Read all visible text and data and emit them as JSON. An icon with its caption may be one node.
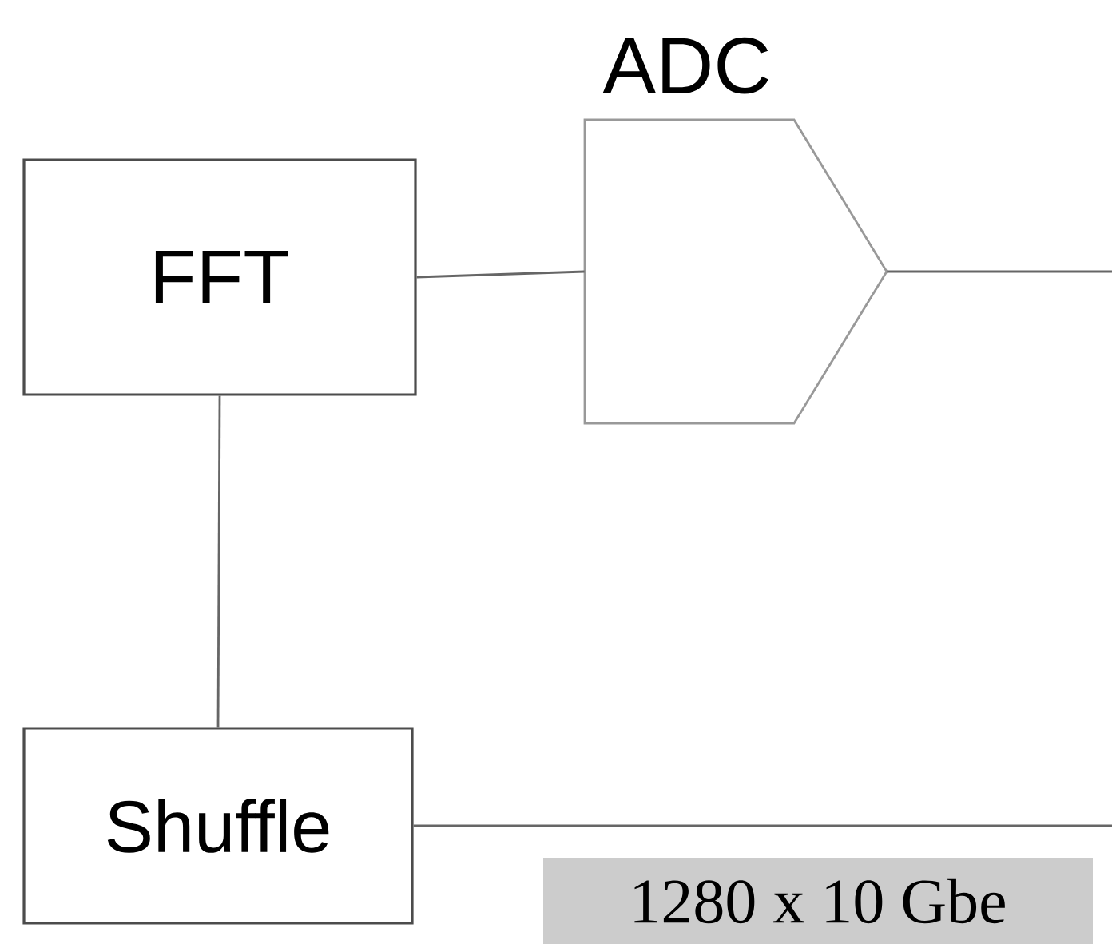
{
  "diagram": {
    "nodes": [
      {
        "text": [
          "FFT"
        ]
      },
      {
        "text": [
          "ADC"
        ]
      },
      {
        "text": [
          "Shuffle"
        ]
      },
      {
        "text": [
          "1280 x 10 Gbe"
        ]
      }
    ],
    "edges": [
      {
        "from": 0,
        "to": 1,
        "arrow": "none"
      },
      {
        "from": 0,
        "to": 2,
        "arrow": "none"
      },
      {
        "from": 1,
        "to": null,
        "arrow": "none"
      },
      {
        "from": 2,
        "to": null,
        "arrow": "none"
      }
    ]
  }
}
